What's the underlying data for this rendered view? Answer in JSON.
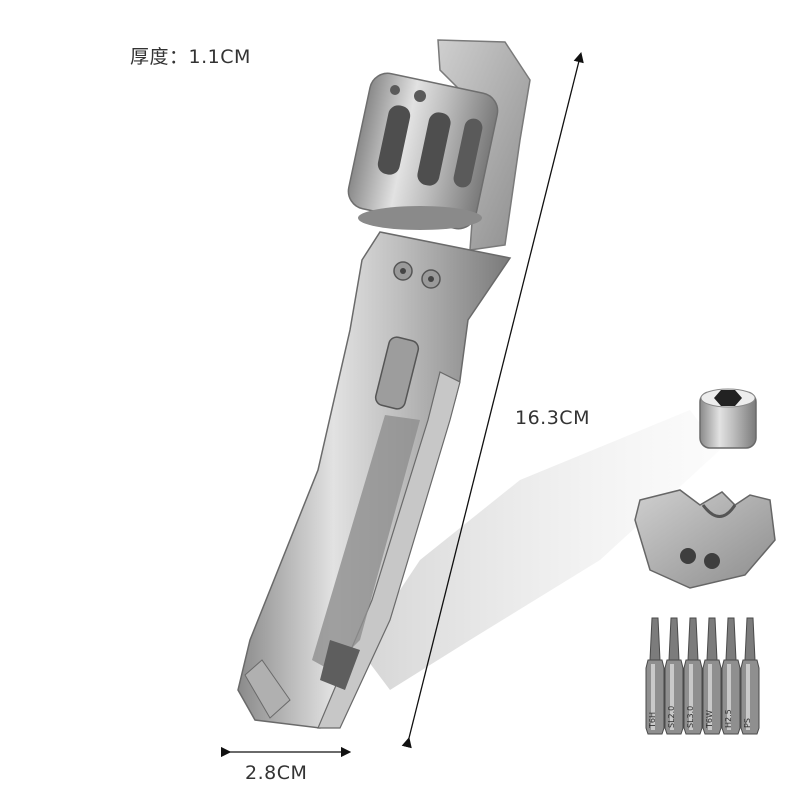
{
  "labels": {
    "thickness": "厚度：1.1CM",
    "length": "16.3CM",
    "width": "2.8CM"
  },
  "bit_markings": [
    "T6H",
    "SL2.0",
    "SL3.0",
    "T6W",
    "H2.5",
    "PS"
  ],
  "colors": {
    "background": "#ffffff",
    "metal_light": "#d9d9d9",
    "metal_mid": "#a8a8a8",
    "metal_dark": "#6e6e6e",
    "shadow": "#c4c4c4",
    "text": "#333333",
    "dimension_line": "#111111"
  }
}
